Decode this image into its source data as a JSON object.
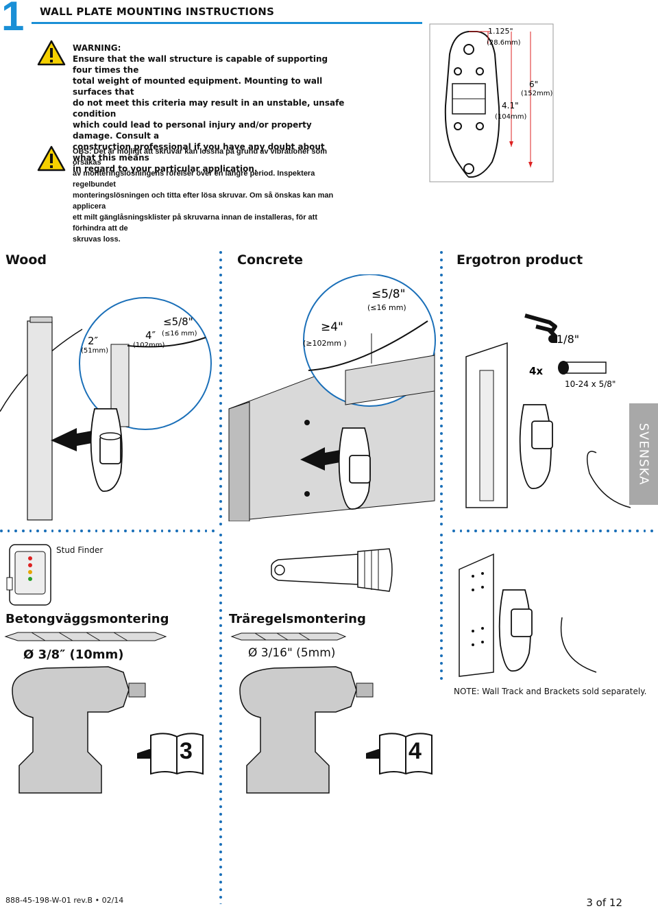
{
  "header": {
    "step_number": "1",
    "title": "WALL PLATE MOUNTING INSTRUCTIONS"
  },
  "warning": {
    "label": "WARNING:",
    "lines": [
      "Ensure that the wall structure is capable of supporting four times the",
      "total weight of mounted equipment. Mounting to wall surfaces that",
      "do not meet this criteria may result in an unstable, unsafe condition",
      "which could lead to personal injury and/or property damage. Consult a",
      "construction professional if you have any doubt about what this means",
      "in regard to your particular application."
    ]
  },
  "obs": {
    "lines": [
      "OBS: Det är möjligt att skruvar kan lossna på grund av vibrationer som orsakas",
      "av monteringslösningens rörelser över en längre period. Inspektera regelbundet",
      "monteringslösningen och titta efter lösa skruvar. Om så önskas kan man applicera",
      "ett milt gänglåsningsklister på skruvarna innan de installeras, för att förhindra att de",
      "skruvas loss."
    ]
  },
  "plate_dims": {
    "d1": "1.125\"",
    "d1_mm": "(28.6mm)",
    "d2": "6\"",
    "d2_mm": "(152mm)",
    "d3": "4.1\"",
    "d3_mm": "(104mm)"
  },
  "sections": {
    "wood": "Wood",
    "concrete": "Concrete",
    "ergotron": "Ergotron product"
  },
  "wood_dims": {
    "w": "2″",
    "w_mm": "(51mm)",
    "depth": "4″",
    "depth_mm": "(102mm)",
    "max": "≤5/8\"",
    "max_mm": "(≤16 mm)"
  },
  "concrete_dims": {
    "depth": "≥4\"",
    "depth_mm": "(≥102mm )",
    "max": "≤5/8\"",
    "max_mm": "(≤16 mm)"
  },
  "ergotron_parts": {
    "hex": "1/8\"",
    "qty": "4x",
    "screw": "10-24 x 5/8\""
  },
  "language_tab": "SVENSKA",
  "stud_finder": "Stud Finder",
  "concrete_mount": {
    "title": "Betongväggsmontering",
    "drill": "Ø 3/8″ (10mm)"
  },
  "wood_mount": {
    "title": "Träregelsmontering",
    "drill": "Ø 3/16\" (5mm)"
  },
  "note": "NOTE: Wall Track and Brackets sold separately.",
  "refs": {
    "left": "3",
    "right": "4"
  },
  "footer": {
    "doc": "888-45-198-W-01 rev.B • 02/14",
    "page": "3 of 12"
  },
  "colors": {
    "accent": "#1a8fd6",
    "tab": "#a8a8a8",
    "warning": "#f5d000"
  }
}
